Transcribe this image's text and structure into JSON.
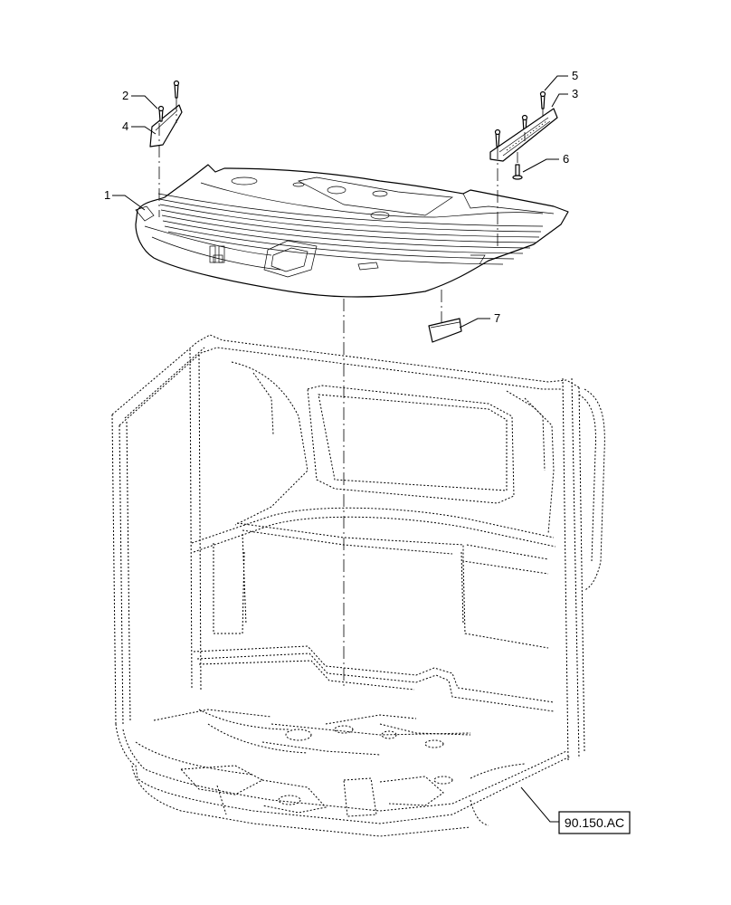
{
  "callouts": [
    {
      "label": "1"
    },
    {
      "label": "2"
    },
    {
      "label": "3"
    },
    {
      "label": "4"
    },
    {
      "label": "5"
    },
    {
      "label": "6"
    },
    {
      "label": "7"
    }
  ],
  "reference": {
    "label": "90.150.AC"
  }
}
